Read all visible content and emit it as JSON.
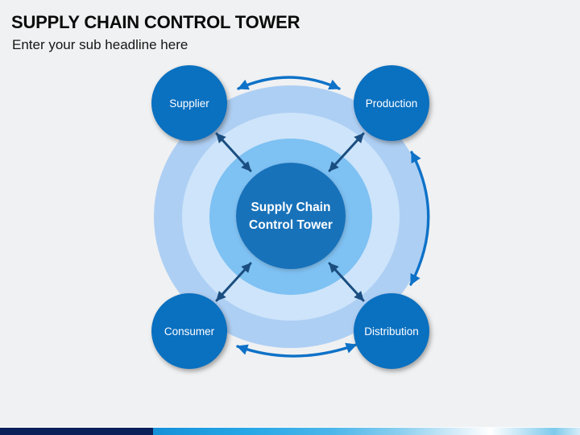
{
  "slide": {
    "title": "SUPPLY CHAIN CONTROL TOWER",
    "subtitle": "Enter your sub headline here"
  },
  "diagram": {
    "center": {
      "label_line1": "Supply Chain",
      "label_line2": "Control Tower"
    },
    "nodes": [
      {
        "id": "supplier",
        "label": "Supplier",
        "position": "top-left"
      },
      {
        "id": "production",
        "label": "Production",
        "position": "top-right"
      },
      {
        "id": "consumer",
        "label": "Consumer",
        "position": "bottom-left"
      },
      {
        "id": "distribution",
        "label": "Distribution",
        "position": "bottom-right"
      }
    ],
    "connectors": {
      "outer_arcs": [
        "supplier-production",
        "production-distribution",
        "consumer-distribution"
      ],
      "center_links": [
        "supplier-center",
        "production-center",
        "consumer-center",
        "distribution-center"
      ]
    },
    "colors": {
      "ring_outer": "#aecff4",
      "ring_middle": "#cde4fa",
      "ring_inner": "#7ec1f3",
      "center_fill": "#1872ba",
      "node_fill": "#0a70c0",
      "arc_arrow": "#0e72c8",
      "diagonal_arrow": "#1b4e80"
    }
  },
  "footer": {
    "bar_navy": "#0a2059",
    "bar_blue_start": "#1490d8"
  }
}
